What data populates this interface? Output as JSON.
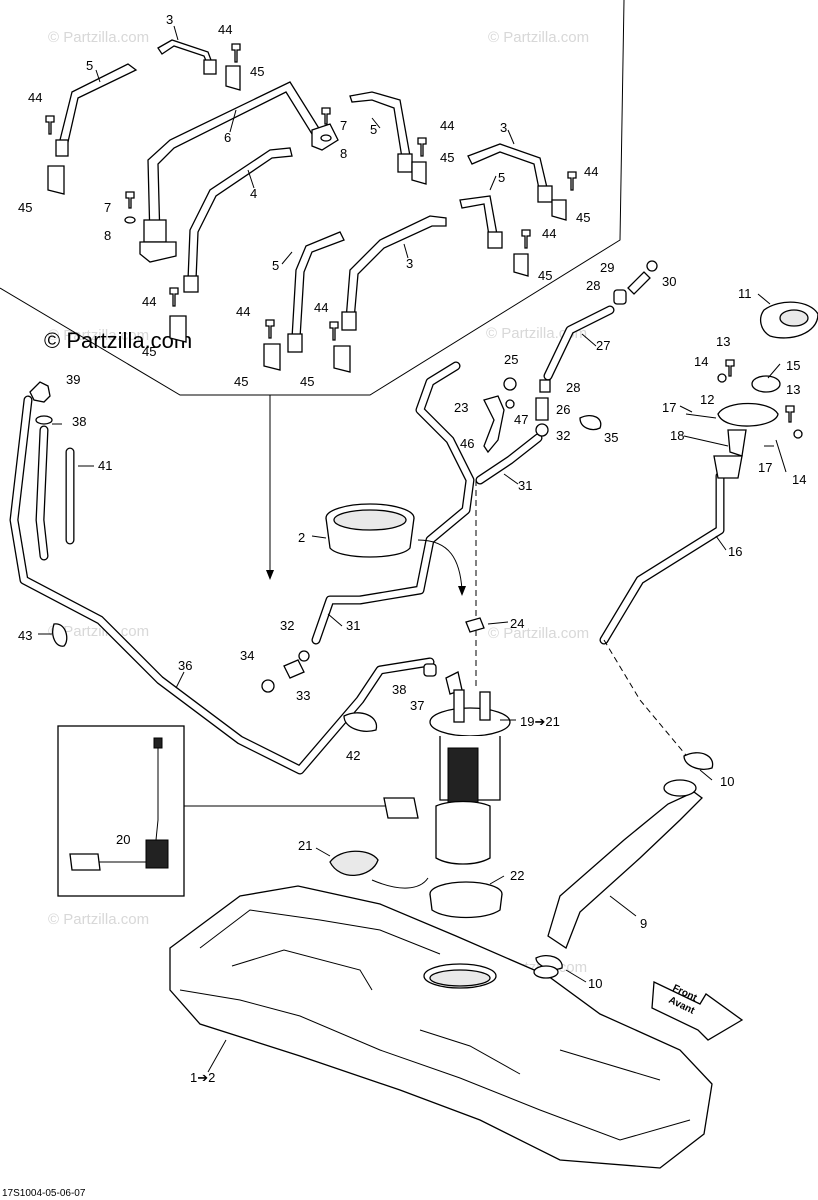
{
  "watermark": "© Partzilla.com",
  "brand_watermark": "© Partzilla.com",
  "drawing_code": "17S1004-05-06-07",
  "front_arrow": {
    "line1": "Front",
    "line2": "Avant"
  },
  "callouts": {
    "c3a": "3",
    "c3b": "3",
    "c3c": "3",
    "c4": "4",
    "c5a": "5",
    "c5b": "5",
    "c5c": "5",
    "c5d": "5",
    "c6": "6",
    "c7a": "7",
    "c7b": "7",
    "c8a": "8",
    "c8b": "8",
    "c44a": "44",
    "c44b": "44",
    "c44c": "44",
    "c44d": "44",
    "c44e": "44",
    "c44f": "44",
    "c44g": "44",
    "c44h": "44",
    "c45a": "45",
    "c45b": "45",
    "c45c": "45",
    "c45d": "45",
    "c45e": "45",
    "c45f": "45",
    "c45g": "45",
    "c45h": "45",
    "c39": "39",
    "c38a": "38",
    "c41": "41",
    "c43": "43",
    "c36": "36",
    "c2": "2",
    "c31a": "31",
    "c31b": "31",
    "c32a": "32",
    "c32b": "32",
    "c33": "33",
    "c34": "34",
    "c42": "42",
    "c38b": "38",
    "c37": "37",
    "c24": "24",
    "c19": "19➔21",
    "c20": "20",
    "c21": "21",
    "c22": "22",
    "c23": "23",
    "c25": "25",
    "c26": "26",
    "c28a": "28",
    "c28b": "28",
    "c29": "29",
    "c30": "30",
    "c27": "27",
    "c46": "46",
    "c47": "47",
    "c35": "35",
    "c11": "11",
    "c13a": "13",
    "c13b": "13",
    "c14a": "14",
    "c14b": "14",
    "c15": "15",
    "c12": "12",
    "c16": "16",
    "c17a": "17",
    "c17b": "17",
    "c18": "18",
    "c10a": "10",
    "c10b": "10",
    "c9": "9",
    "c1": "1➔2"
  }
}
